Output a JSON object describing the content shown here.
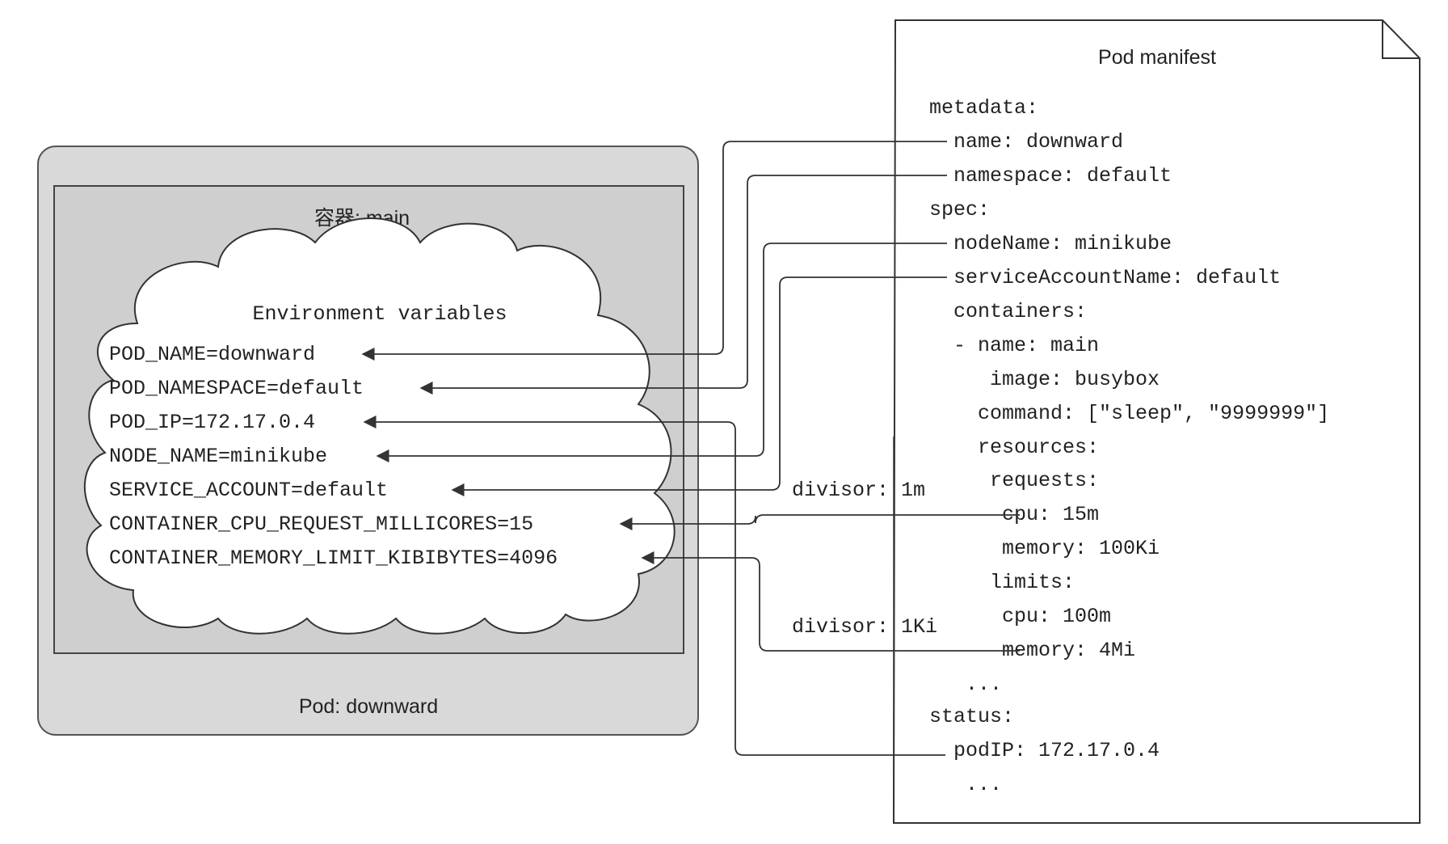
{
  "pod": {
    "label": "Pod: downward",
    "container_label": "容器: main",
    "env_title": "Environment variables",
    "env_vars": [
      "POD_NAME=downward",
      "POD_NAMESPACE=default",
      "POD_IP=172.17.0.4",
      "NODE_NAME=minikube",
      "SERVICE_ACCOUNT=default",
      "CONTAINER_CPU_REQUEST_MILLICORES=15",
      "CONTAINER_MEMORY_LIMIT_KIBIBYTES=4096"
    ]
  },
  "manifest": {
    "title": "Pod manifest",
    "lines": [
      "metadata:",
      "  name: downward",
      "  namespace: default",
      "spec:",
      "  nodeName: minikube",
      "  serviceAccountName: default",
      "  containers:",
      "  - name: main",
      "     image: busybox",
      "    command: [\"sleep\", \"9999999\"]",
      "    resources:",
      "     requests:",
      "      cpu: 15m",
      "      memory: 100Ki",
      "     limits:",
      "      cpu: 100m",
      "      memory: 4Mi",
      "   ...",
      "status:",
      "  podIP: 172.17.0.4",
      "   ..."
    ]
  },
  "divisors": {
    "cpu": "divisor: 1m",
    "memory": "divisor: 1Ki"
  },
  "colors": {
    "pod_fill": "#d9d9d9",
    "container_fill": "#cfcfcf",
    "line": "#333333",
    "text": "#222222"
  }
}
